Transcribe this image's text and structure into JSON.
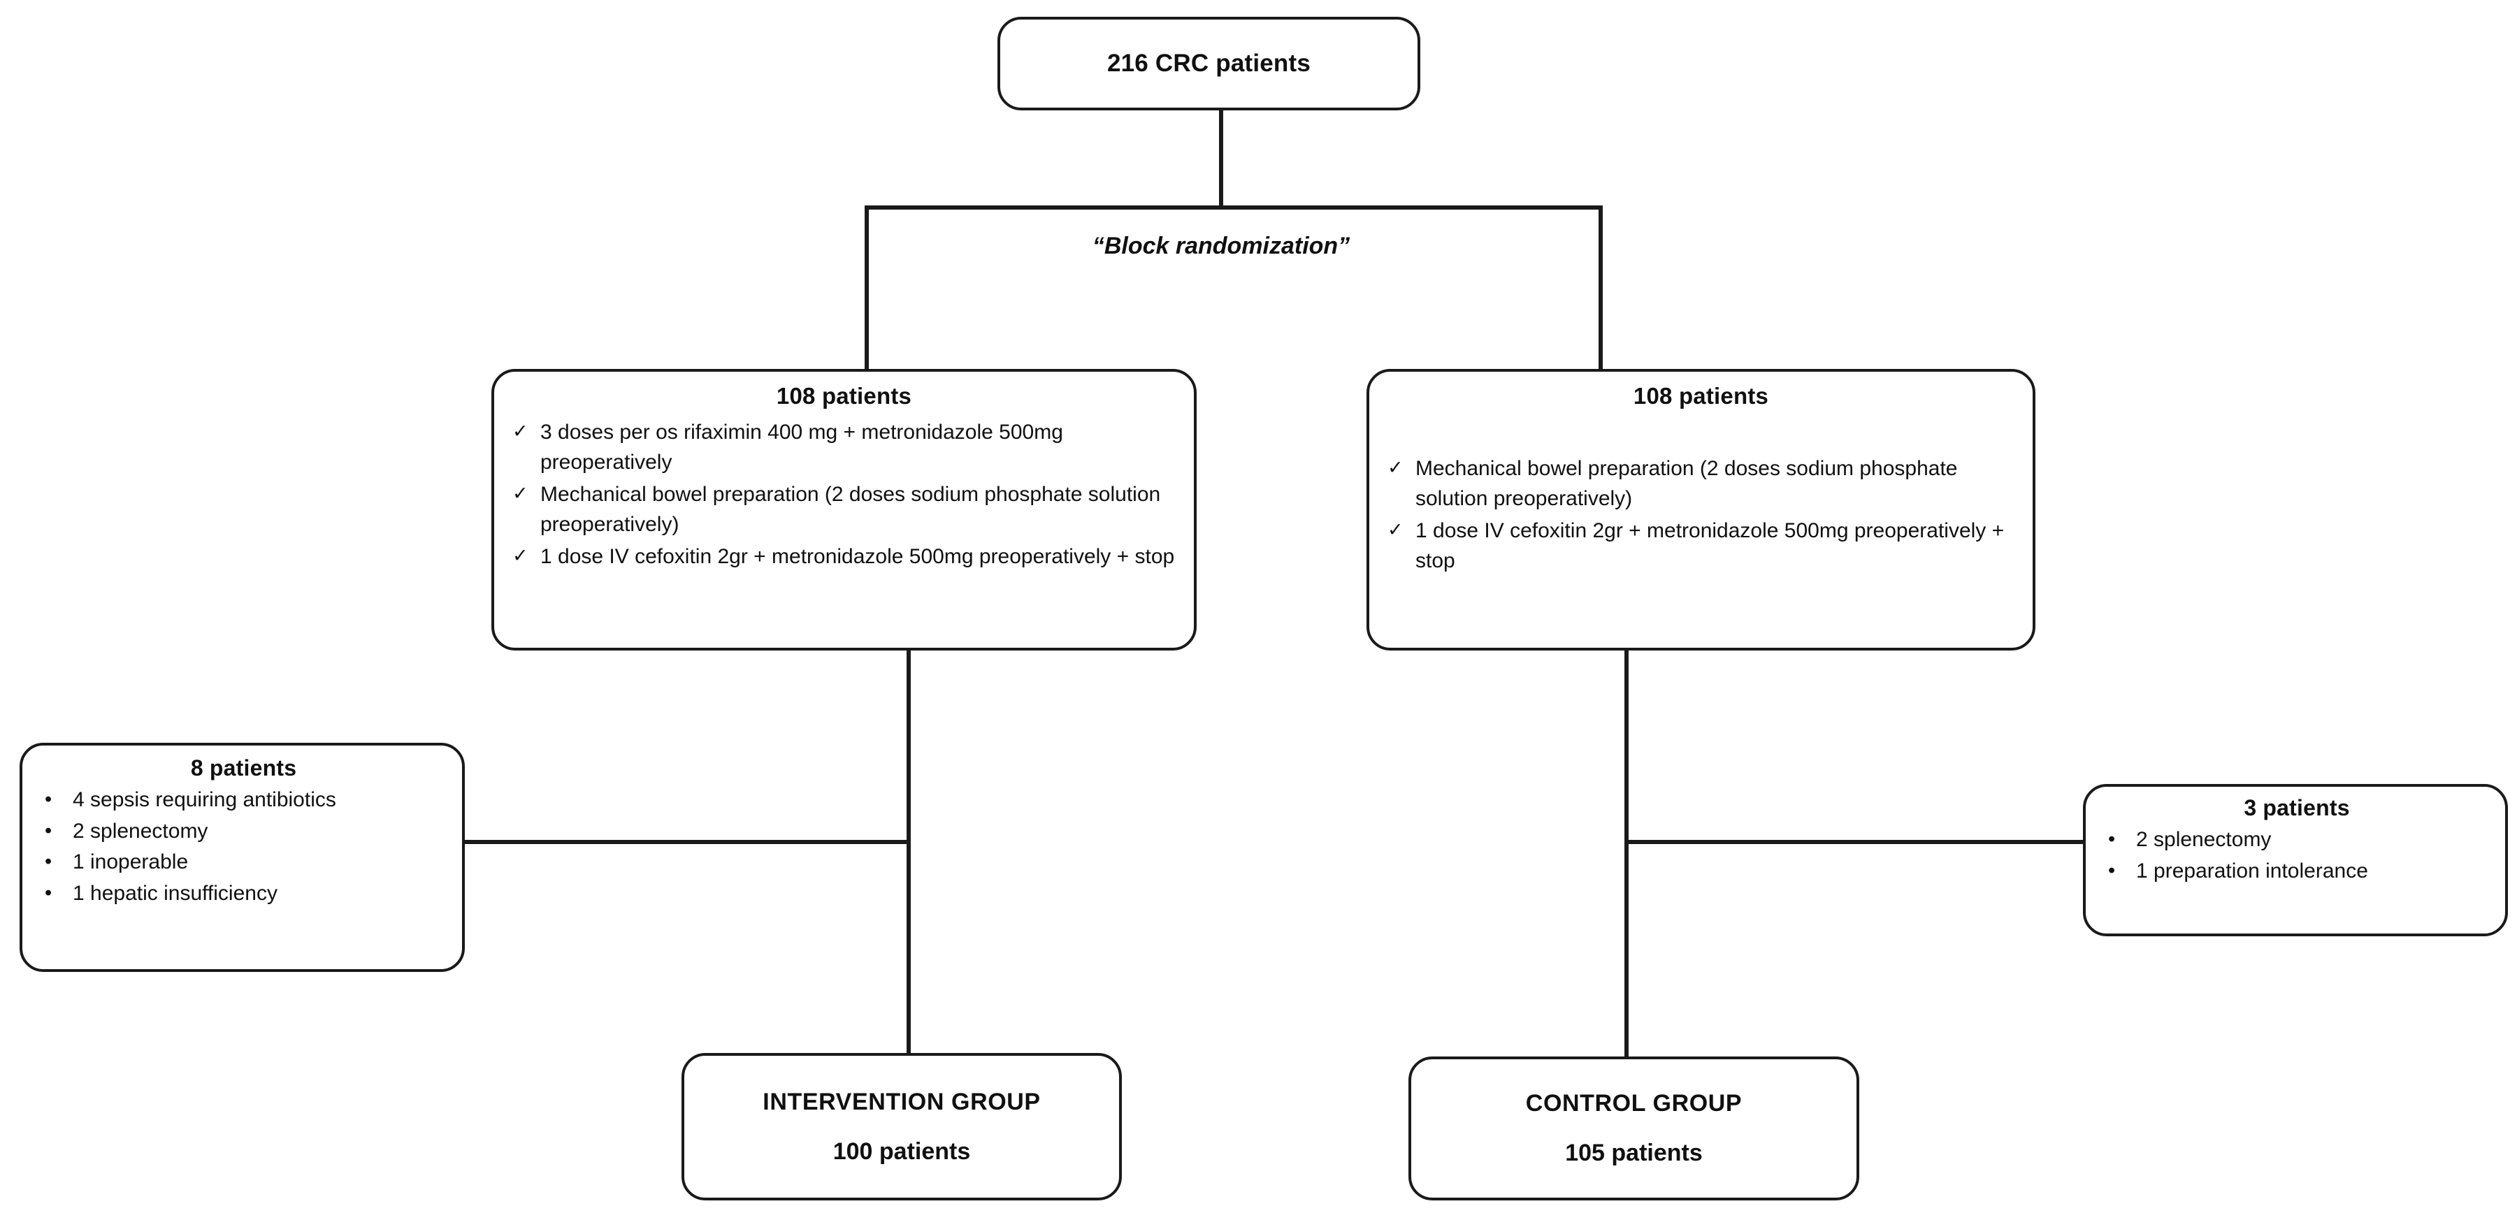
{
  "diagram": {
    "title": "CRC patient randomization flowchart",
    "line_color": "#1a1a1a",
    "background": "#ffffff",
    "randomization_label": "“Block randomization”",
    "root": {
      "title": "216 CRC patients"
    },
    "arms": [
      {
        "id": "intervention",
        "title": "108 patients",
        "bullet": "check",
        "bullet_glyph": "✓",
        "items": [
          "3 doses per os rifaximin 400 mg + metronidazole 500mg preoperatively",
          "Mechanical bowel preparation (2 doses sodium phosphate solution preoperatively)",
          "1 dose IV cefoxitin 2gr + metronidazole 500mg preoperatively + stop"
        ]
      },
      {
        "id": "control",
        "title": "108 patients",
        "bullet": "check",
        "bullet_glyph": "✓",
        "items": [
          "Mechanical bowel preparation (2 doses sodium phosphate solution preoperatively)",
          "1 dose IV cefoxitin 2gr + metronidazole 500mg preoperatively + stop"
        ]
      }
    ],
    "exclusions": [
      {
        "id": "left",
        "title": "8 patients",
        "bullet": "dot",
        "bullet_glyph": "•",
        "items": [
          "4 sepsis requiring antibiotics",
          "2 splenectomy",
          "1 inoperable",
          "1 hepatic insufficiency"
        ]
      },
      {
        "id": "right",
        "title": "3 patients",
        "bullet": "dot",
        "bullet_glyph": "•",
        "items": [
          "2 splenectomy",
          "1 preparation intolerance"
        ]
      }
    ],
    "outcomes": [
      {
        "id": "intervention",
        "group_label": "INTERVENTION GROUP",
        "count_label": "100 patients"
      },
      {
        "id": "control",
        "group_label": "CONTROL GROUP",
        "count_label": "105 patients"
      }
    ]
  }
}
